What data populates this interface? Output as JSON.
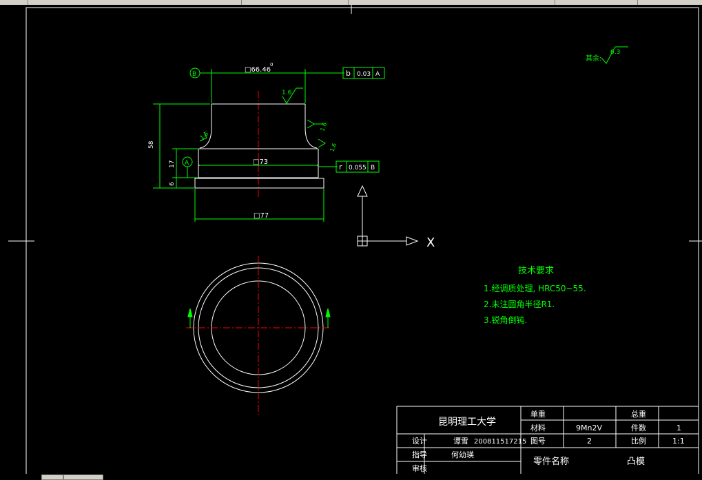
{
  "drawing": {
    "dimensions": {
      "top_diameter": "□66.46",
      "top_diameter_tol": "0",
      "mid_diameter": "□73",
      "bottom_diameter": "□77",
      "height_total": "58",
      "height_mid": "17",
      "height_base": "6"
    },
    "datums": {
      "b_label": "B",
      "a_label": "A"
    },
    "tolerance_frames": {
      "top": {
        "symbol": "b",
        "value": "0.03",
        "datum": "A"
      },
      "side": {
        "symbol": "r",
        "value": "0.055",
        "datum": "B"
      }
    },
    "roughness": {
      "top": "1.6",
      "side1": "1.6",
      "side2": "1.6",
      "fillet": "1.6",
      "rest_label": "其余:",
      "rest_value": "6.3"
    },
    "axis_label": "X",
    "tech_req": {
      "title": "技术要求",
      "items": [
        "1.经调质处理, HRC50~55.",
        "2.未注圆角半径R1.",
        "3.锐角倒钝."
      ]
    },
    "title_block": {
      "university": "昆明理工大学",
      "unit_weight_label": "单重",
      "total_weight_label": "总重",
      "material_label": "材料",
      "material_value": "9Mn2V",
      "qty_label": "件数",
      "qty_value": "1",
      "design_label": "设计",
      "designer": "谭雪",
      "student_id": "200811517215",
      "drawing_no_label": "图号",
      "drawing_no_value": "2",
      "scale_label": "比例",
      "scale_value": "1:1",
      "guide_label": "指导",
      "guide_name": "何幼瑛",
      "part_name_label": "零件名称",
      "part_name_value": "凸模",
      "review_label": "审核"
    }
  }
}
